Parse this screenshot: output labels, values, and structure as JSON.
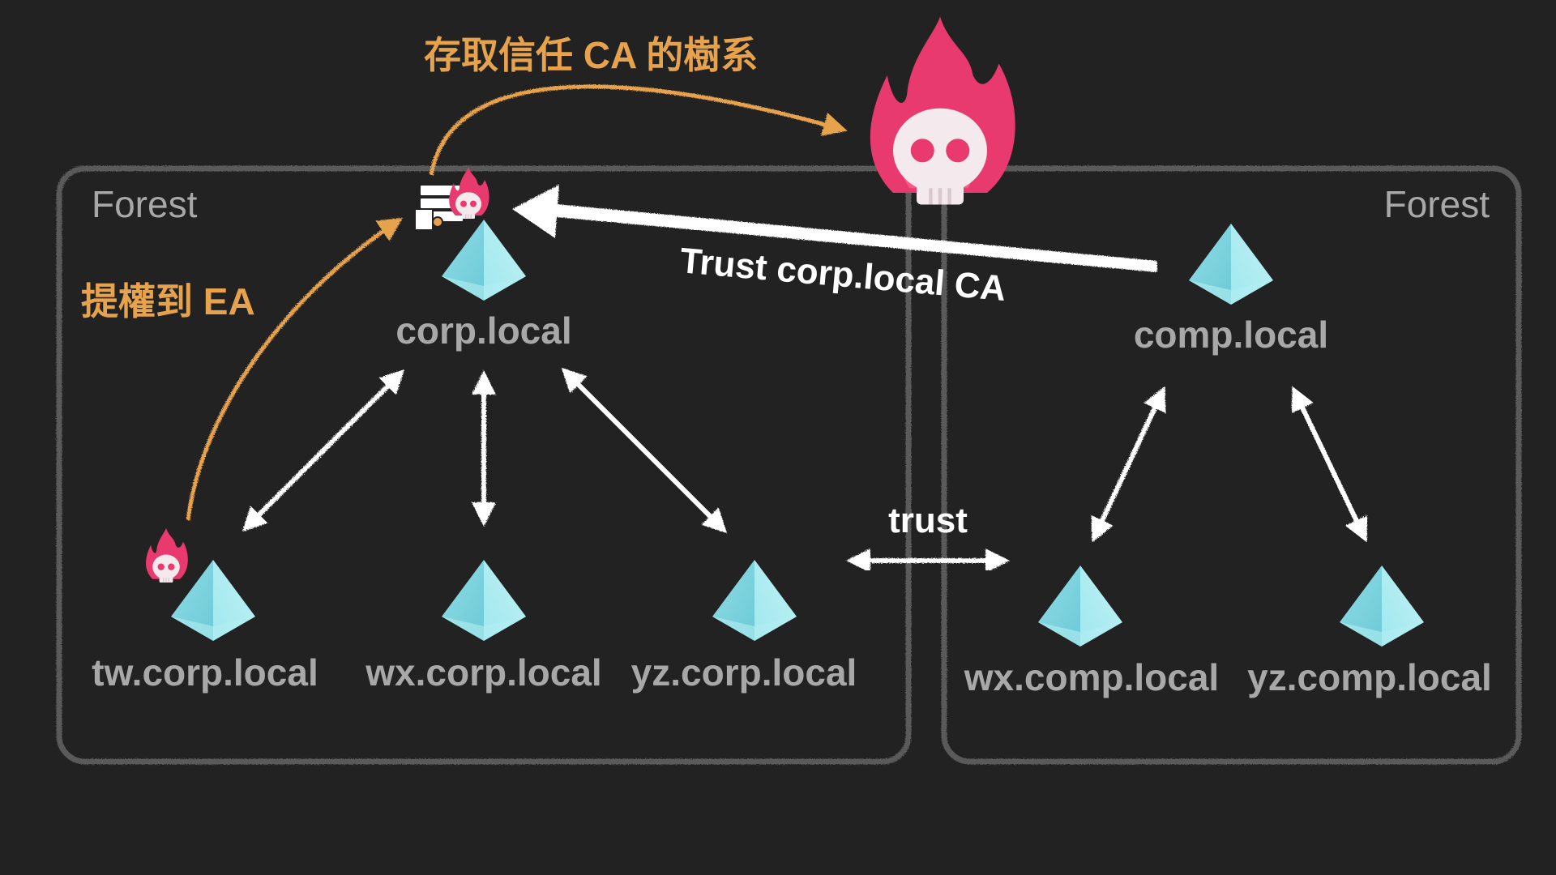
{
  "forests": [
    {
      "label": "Forest"
    },
    {
      "label": "Forest"
    }
  ],
  "domains": {
    "corp": "corp.local",
    "tw": "tw.corp.local",
    "wx_corp": "wx.corp.local",
    "yz_corp": "yz.corp.local",
    "comp": "comp.local",
    "wx_comp": "wx.comp.local",
    "yz_comp": "yz.comp.local"
  },
  "annotations": {
    "access_ca": "存取信任 CA 的樹系",
    "escalate_ea": "提權到 EA",
    "trust_ca": "Trust corp.local CA",
    "trust": "trust"
  },
  "colors": {
    "background": "#222222",
    "frame": "#5a5a5a",
    "label": "#a8a8a8",
    "annotation": "#e7a24d",
    "arrow": "#ffffff",
    "skull": "#e83a6e",
    "domain_icon": "#8fe3ea"
  },
  "icons": {
    "domain": "pyramid-icon",
    "compromised": "flaming-skull-icon",
    "ca_server": "ca-server-icon"
  }
}
